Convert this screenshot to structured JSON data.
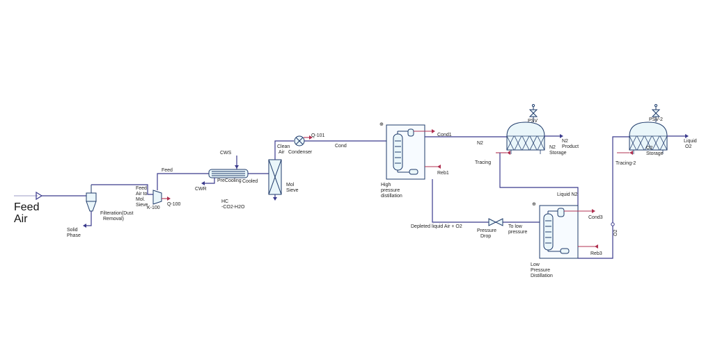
{
  "labels": {
    "feed_air_1": "Feed",
    "feed_air_2": "Air",
    "solid_1": "Solid",
    "solid_2": "Phase",
    "filtration_1": "Filteration(Dust",
    "filtration_2": "Removal)",
    "feed_mol_1": "Feed",
    "feed_mol_2": "Air to",
    "feed_mol_3": "Mol.",
    "feed_mol_4": "Sieve",
    "k100": "K-100",
    "q100": "Q-100",
    "feed": "Feed",
    "cws": "CWS",
    "cwr": "CWR",
    "precooling": "PreCooling",
    "cooled": "Cooled",
    "hc_1": "HC",
    "hc_2": "-CO2-H2O",
    "mol_sieve_1": "Mol",
    "mol_sieve_2": "Sieve",
    "clean_air_1": "Clean",
    "clean_air_2": "Air",
    "q101": "Q-101",
    "condenser": "Condenser",
    "cond": "Cond",
    "cond1": "Cond1",
    "reb1": "Reb1",
    "hp_1": "High",
    "hp_2": "pressure",
    "hp_3": "distillation",
    "n2": "N2",
    "psv": "PSV",
    "tracing": "Tracing",
    "n2_product_1": "N2",
    "n2_product_2": "Product",
    "n2_storage_1": "N2",
    "n2_storage_2": "Storage",
    "liquid_n2": "Liquid N2",
    "depleted": "Depleted liquid Air + O2",
    "pressure_drop_1": "Pressure",
    "pressure_drop_2": "Drop",
    "to_low_1": "To low",
    "to_low_2": "pressure",
    "cond3": "Cond3",
    "reb3": "Reb3",
    "lp_1": "Low",
    "lp_2": "Pressure",
    "lp_3": "Distillation",
    "o2": "O2",
    "psv2": "PSV-2",
    "tracing2": "Tracing-2",
    "o2_storage_1": "O2",
    "o2_storage_2": "Storage",
    "liquid_o2_1": "Liquid",
    "liquid_o2_2": "O2"
  },
  "colors": {
    "material_stream": "#3a3a8c",
    "energy_stream": "#b03050",
    "equipment_outline": "#1e3a6a",
    "equipment_fill": "#eaf6fa"
  }
}
